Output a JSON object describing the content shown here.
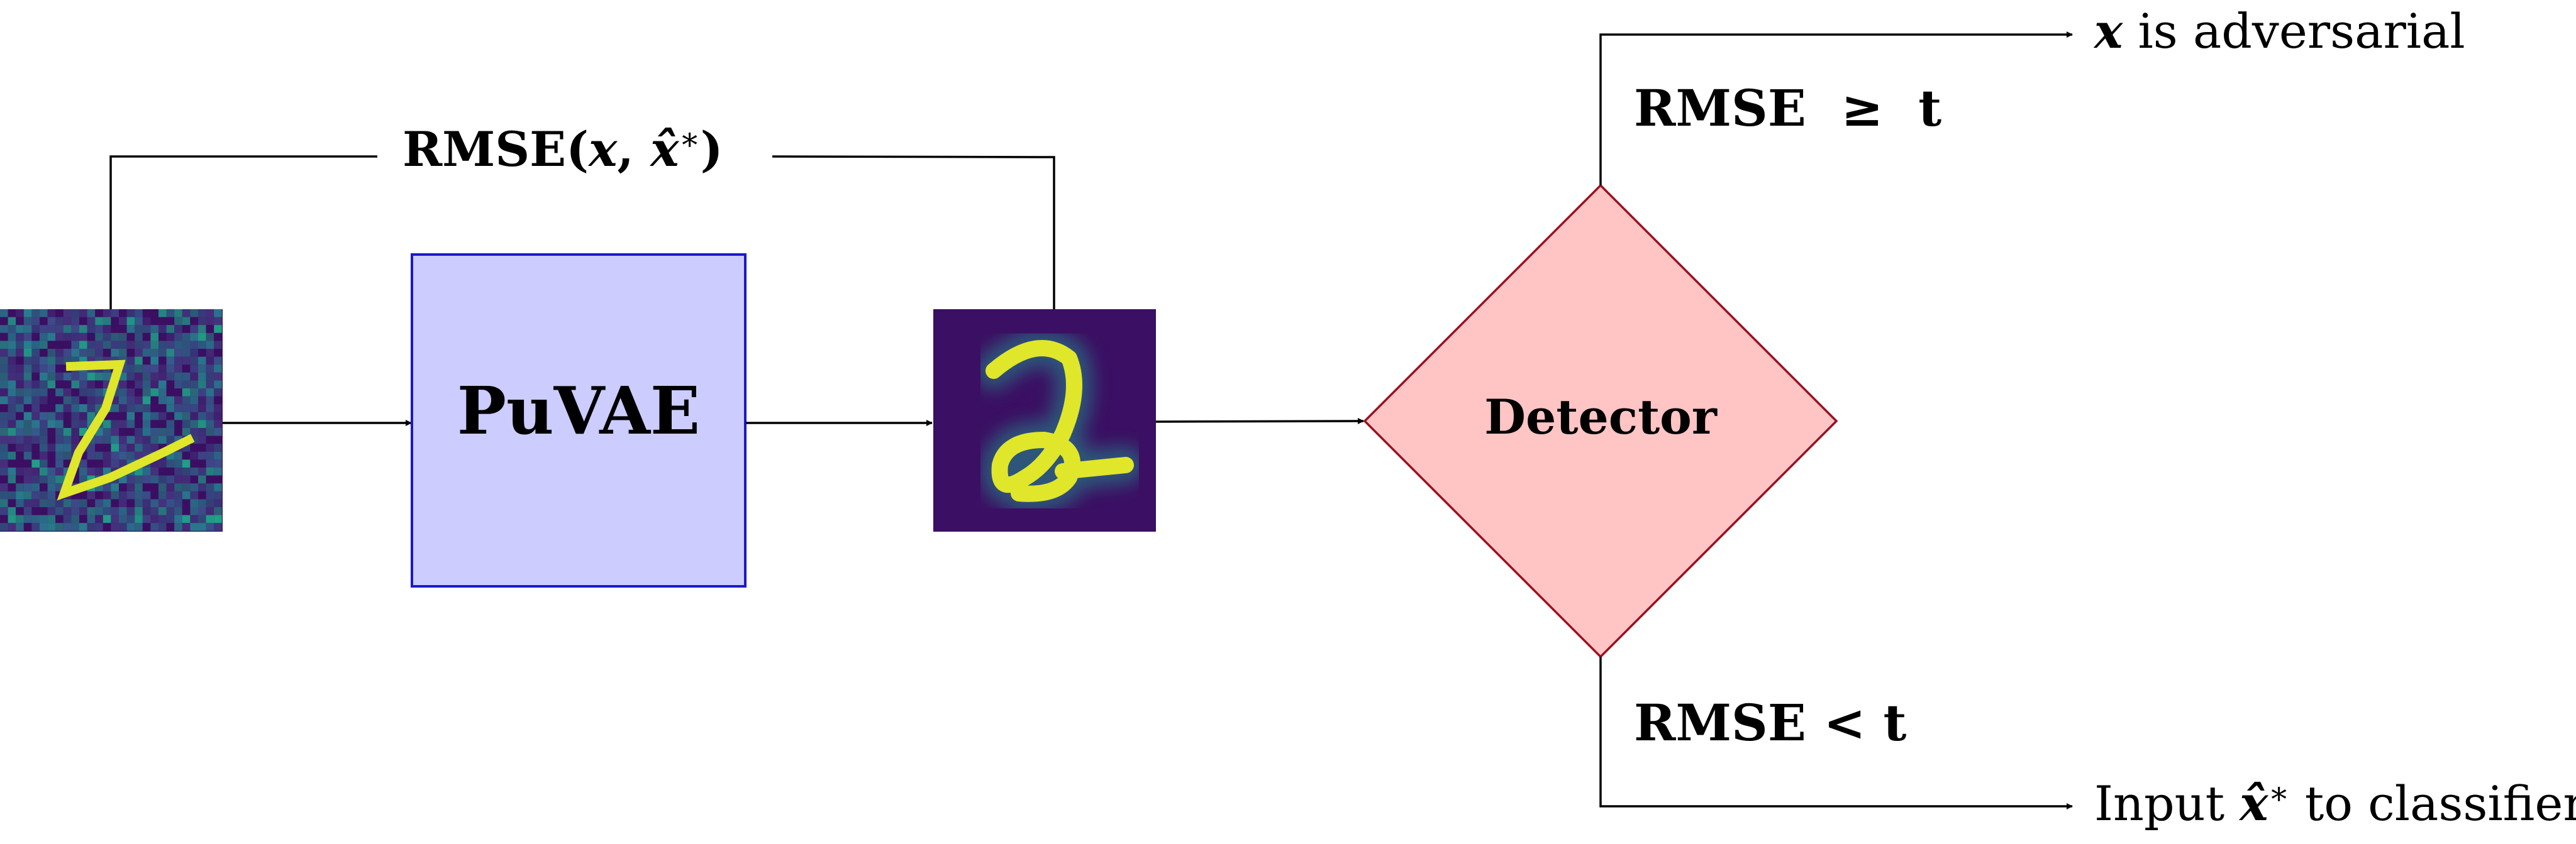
{
  "colors": {
    "purifier_fill": "#ccccff",
    "purifier_stroke": "#1a1ac8",
    "detector_fill": "#ffc4c4",
    "detector_stroke": "#9a1020",
    "image_background": "#3b0f63",
    "digit_color": "#e0e62a",
    "wire_color": "#000000"
  },
  "blocks": {
    "purifier_label": "PuVAE",
    "detector_label": "Detector"
  },
  "images": {
    "input_image": "noisy-digit-2",
    "reconstructed_image": "reconstructed-digit-2"
  },
  "edges": {
    "rmse_label": {
      "prefix": "RMSE(",
      "x": "x",
      "sep": ", ",
      "xhat": "x̂",
      "star": "∗",
      "close": ")"
    },
    "branch_high": {
      "condition": "RMSE  ≥  t",
      "outcome_var": "x",
      "outcome_text": " is adversarial"
    },
    "branch_low": {
      "condition": "RMSE < t",
      "outcome_prefix": "Input ",
      "outcome_var": "x̂",
      "outcome_star": "∗",
      "outcome_suffix": " to classifier"
    }
  }
}
